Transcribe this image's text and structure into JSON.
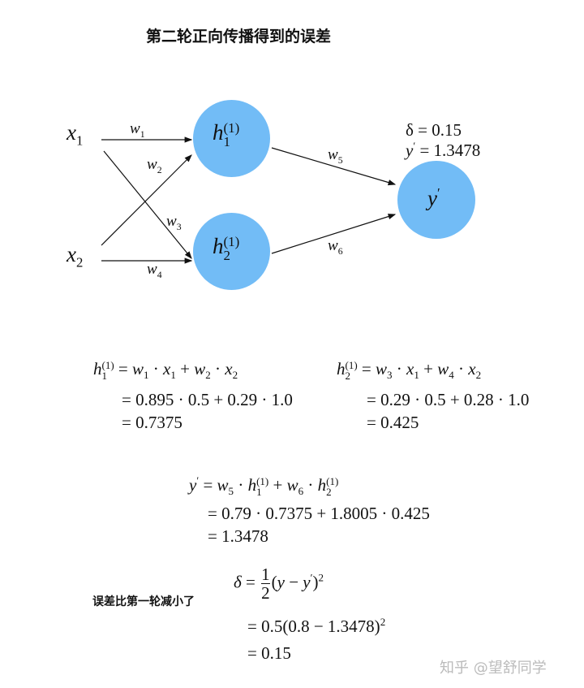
{
  "title": "第二轮正向传播得到的误差",
  "nodes": {
    "x1": {
      "v": "x",
      "s": "1"
    },
    "x2": {
      "v": "x",
      "s": "2"
    },
    "h1": {
      "v": "h",
      "s": "1",
      "p": "(1)"
    },
    "h2": {
      "v": "h",
      "s": "2",
      "p": "(1)"
    },
    "y": {
      "v": "y",
      "p": "′"
    }
  },
  "weights": [
    {
      "v": "w",
      "s": "1"
    },
    {
      "v": "w",
      "s": "2"
    },
    {
      "v": "w",
      "s": "3"
    },
    {
      "v": "w",
      "s": "4"
    },
    {
      "v": "w",
      "s": "5"
    },
    {
      "v": "w",
      "s": "6"
    }
  ],
  "output_info": {
    "delta": "δ = 0.15",
    "y": "= 1.3478"
  },
  "eq_h1": {
    "line2": "= 0.895 · 0.5 + 0.29 · 1.0",
    "line3": "= 0.7375"
  },
  "eq_h2": {
    "line2": "= 0.29 · 0.5 + 0.28 · 1.0",
    "line3": "= 0.425"
  },
  "eq_y": {
    "line2": "= 0.79 · 0.7375 + 1.8005 · 0.425",
    "line3": "= 1.3478"
  },
  "eq_delta": {
    "line2": "= 0.5(0.8 − 1.3478)",
    "line2_exp": "2",
    "line3": "= 0.15"
  },
  "note": "误差比第一轮减小了",
  "watermark": "知乎 @望舒同学",
  "colors": {
    "node": "#72bcf6"
  }
}
